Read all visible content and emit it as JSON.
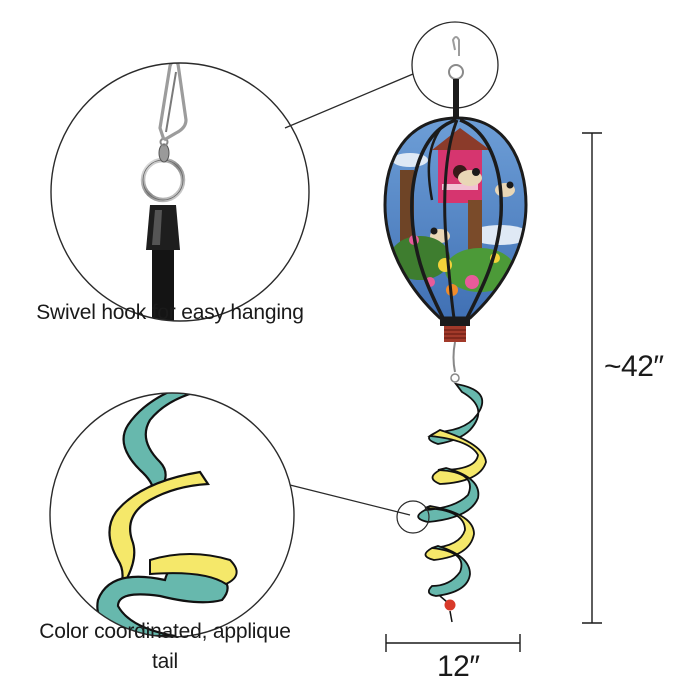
{
  "callouts": {
    "hook": {
      "caption": "Swivel hook for easy hanging"
    },
    "tail": {
      "caption_line1": "Color coordinated, applique",
      "caption_line2": "tail"
    }
  },
  "dimensions": {
    "height_label": "~42″",
    "width_label": "12″"
  },
  "product": {
    "name": "hot-air-balloon-spinner",
    "theme": "birdhouse-with-chickadees-and-flowers"
  },
  "colors": {
    "tail_teal": "#67b8ad",
    "tail_yellow": "#f5e86a",
    "balloon_sky": "#4a7fc1",
    "birdhouse_pink": "#d6356f",
    "frame_black": "#1b1b1b"
  }
}
